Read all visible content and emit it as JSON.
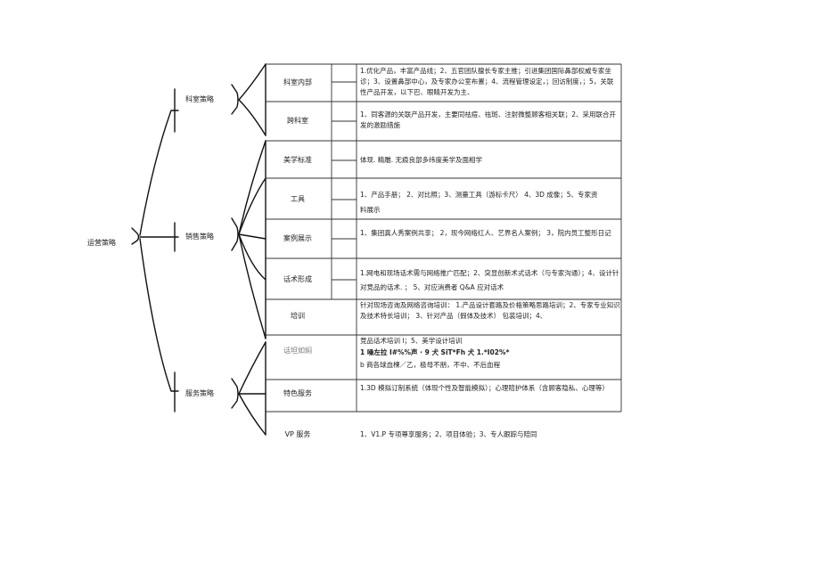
{
  "root": {
    "label": "运营策略"
  },
  "sections": [
    {
      "label": "科室策略",
      "rows": [
        {
          "label": "科室内部",
          "content": "1.优化产品，丰富产品线；2、五官团队擅长专家主推；引进集团国际鼻部权威专家坐诊；3、设置鼻部中心，及专家办公室布置；4、流程管理设定，；回访制度，；5，关联性产品开发，以下巴、眼睛开发为主、"
        },
        {
          "label": "跨科室",
          "content": "1、同客源的关联产品开发，主要同祛痘、祛斑、注射微整顾客相关联；2、采用联合开发的激励措施"
        }
      ]
    },
    {
      "label": "销售策略",
      "rows": [
        {
          "label": "美学标准",
          "content": "体现. 精雕. 无痕良部多纬度美学及面相学"
        },
        {
          "label": "工具",
          "content": "1、产品手册；  2、对比照；3、测量工具（游标卡尺）  4、3D 成像；5、专家资料展示"
        },
        {
          "label": "案例展示",
          "content": "1、集团真人秀案例共享；  2，现今网络红人、艺界名人案例；  3，院内员工整形日记"
        },
        {
          "label": "话术形成",
          "content": "1.网电和现场话术需与网络推广匹配；2、突显创新术式话术（与专家沟通）；4、设计针对竞品的话术. ；  5、对应消费者 Q&A 应对话术"
        },
        {
          "label": "培训",
          "content": "针对现场咨询及网络咨询培训：  1.产品设计套路及价格策略思路培训；2、专家专业知识及技术特长培训；  3、针对产品（假体及技术）  包装培训；4、"
        }
      ]
    },
    {
      "label": "服务策略",
      "rows": [
        {
          "label": "话坦如焖",
          "content_lines": [
            "竞品话术培训 l；5、美学设计培训",
            "1      噪左拉 I#%%声 · 9                     犬 SiT*Fh 犬 1.*I02%*",
            "b 商各球血楝／乙，极母不朋，不中、不后血程"
          ]
        },
        {
          "label": "特色服务",
          "content": "1.3D 模拟订制系统（体现个性及智能模拟）；心理陪护体系（含顾客隐私、心理等）"
        },
        {
          "label": "VP 服务",
          "content": "1、V1.P 专项尊享服务；2、项目体验；3、专人跟踪与陪同"
        }
      ]
    }
  ]
}
